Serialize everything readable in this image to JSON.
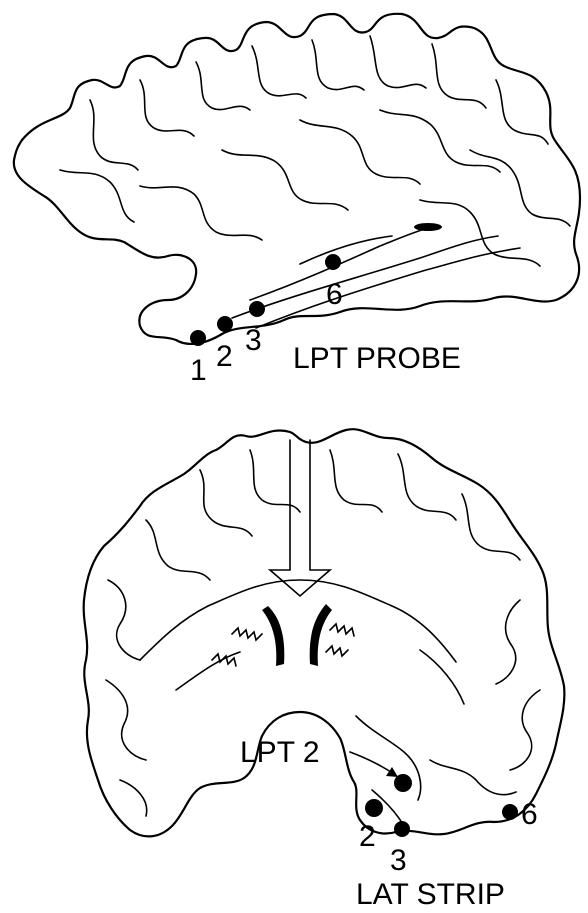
{
  "top_figure": {
    "title": "LPT PROBE",
    "electrodes": [
      {
        "label": "1"
      },
      {
        "label": "2"
      },
      {
        "label": "3"
      },
      {
        "label": "6"
      }
    ]
  },
  "bottom_figure": {
    "title": "LAT STRIP",
    "callout": "LPT 2",
    "electrodes": [
      {
        "label": "2"
      },
      {
        "label": "3"
      },
      {
        "label": "6"
      }
    ]
  }
}
